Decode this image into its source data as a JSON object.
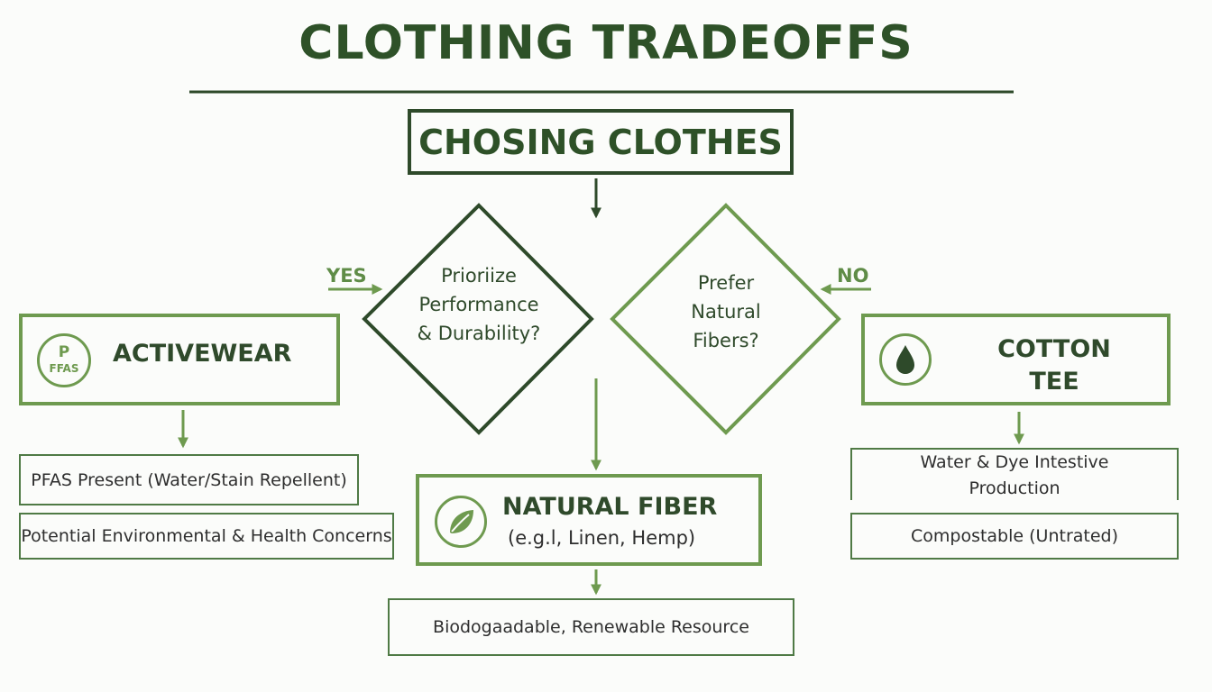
{
  "title": "CLOTHING TRADEOFFS",
  "start": "CHOSING CLOTHES",
  "decision_left": [
    "Prioriize",
    "Performance",
    "& Durability?"
  ],
  "decision_right": [
    "Prefer",
    "Natural",
    "Fibers?"
  ],
  "labels": {
    "yes": "YES",
    "no": "NO"
  },
  "activewear": {
    "title": "ACTIVEWEAR",
    "icon_line1": "P",
    "icon_line2": "FFAS",
    "icon_name": "pfas-badge-icon",
    "facts": [
      "PFAS Present (Water/Stain Repellent)",
      "Potential Environmental & Health Concerns"
    ]
  },
  "cotton": {
    "title_lines": [
      "COTTON",
      "TEE"
    ],
    "icon_name": "water-drop-icon",
    "facts": [
      "Water & Dye Intestive",
      "Production",
      "Compostable (Untrated)"
    ]
  },
  "natural": {
    "title": "NATURAL FIBER",
    "subtitle": "(e.g.l, Linen, Hemp)",
    "icon_name": "leaf-icon",
    "fact": "Biodogaadable, Renewable Resource"
  },
  "colors": {
    "dark": "#2e4a2a",
    "accent": "#6e9a4f",
    "text": "#2e5128"
  }
}
